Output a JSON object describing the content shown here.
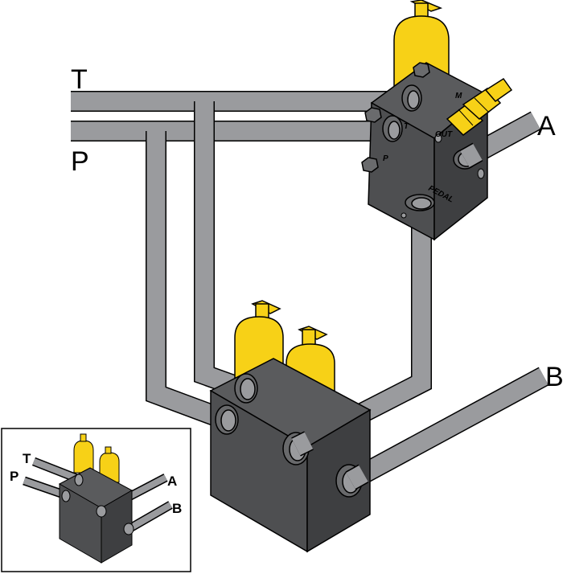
{
  "diagram": {
    "main": {
      "port_labels": {
        "t": "T",
        "p": "P",
        "a": "A",
        "b": "B"
      },
      "valve_markings": {
        "t": "T",
        "p": "P",
        "out": "OUT",
        "m": "M",
        "pedal": "PEDAL"
      }
    },
    "inset": {
      "port_labels": {
        "t": "T",
        "p": "P",
        "a": "A",
        "b": "B"
      }
    },
    "colors": {
      "pipe": "#9a9b9e",
      "block": "#4e4f51",
      "block_dark": "#3e3f41",
      "block_top": "#5a5b5d",
      "valve_yellow": "#f7d117"
    }
  }
}
